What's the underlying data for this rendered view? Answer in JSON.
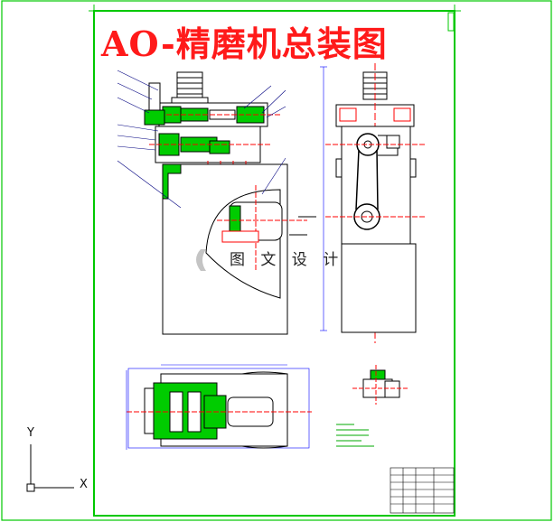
{
  "drawing": {
    "title": "AO-精磨机总装图",
    "watermark_text": "图 文 设 计",
    "ucs_x_label": "X",
    "ucs_y_label": "Y",
    "colors": {
      "border": "#00c800",
      "title": "#ff1a1a",
      "line": "#000080",
      "part_fill": "#00cc00",
      "center_line": "#ff0000",
      "dim_line": "#0000ff"
    },
    "icons": [
      "ucs-icon",
      "watermark-logo-icon"
    ]
  }
}
